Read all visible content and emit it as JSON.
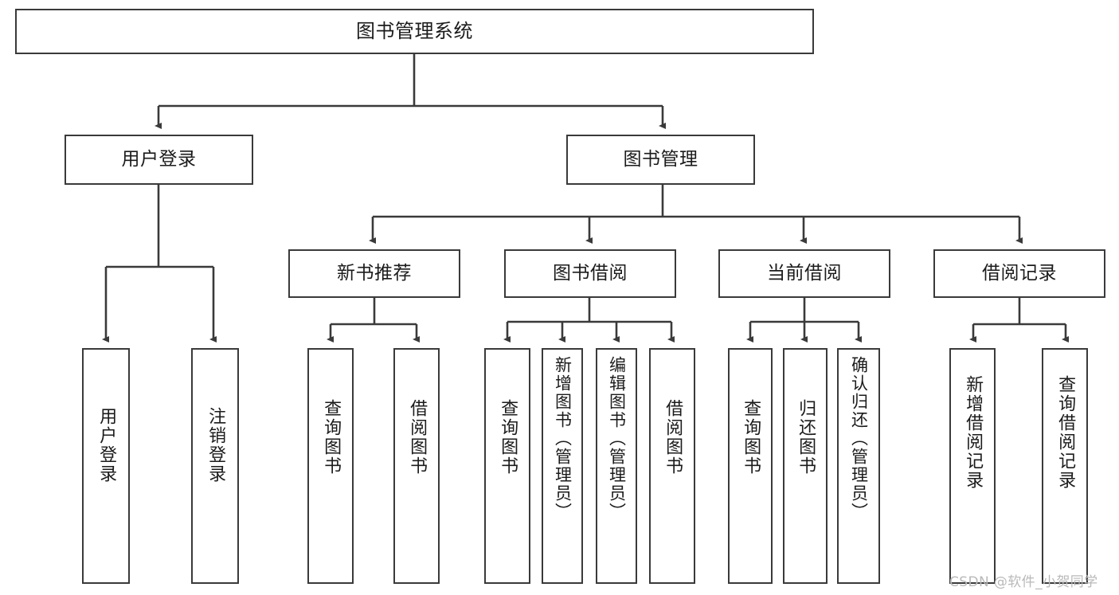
{
  "diagram": {
    "type": "tree-hierarchy",
    "title": "图书管理系统",
    "orientation": "top-down",
    "colors": {
      "node_border": "#3a3a3a",
      "node_fill": "#ffffff",
      "edge": "#3a3a3a",
      "text": "#1b1b1b",
      "watermark": "#b9b9b9",
      "background": "#ffffff"
    },
    "watermark": "CSDN @软件_小贺同学",
    "nodes": {
      "root": {
        "label": "图书管理系统"
      },
      "level2": [
        {
          "id": "user-login",
          "label": "用户登录"
        },
        {
          "id": "book-manage",
          "label": "图书管理"
        }
      ],
      "level3": [
        {
          "id": "new-book-recommend",
          "label": "新书推荐"
        },
        {
          "id": "book-borrow",
          "label": "图书借阅"
        },
        {
          "id": "current-borrow",
          "label": "当前借阅"
        },
        {
          "id": "borrow-record",
          "label": "借阅记录"
        }
      ],
      "leaves": {
        "user_login": [
          {
            "id": "leaf-user-login",
            "label": "用户登录"
          },
          {
            "id": "leaf-user-logout",
            "label": "注销登录"
          }
        ],
        "new_book_recommend": [
          {
            "id": "leaf-query-book-1",
            "label": "查询图书"
          },
          {
            "id": "leaf-borrow-book-1",
            "label": "借阅图书"
          }
        ],
        "book_borrow": [
          {
            "id": "leaf-query-book-2",
            "label": "查询图书"
          },
          {
            "id": "leaf-add-book",
            "label": "新增图书（管理员）"
          },
          {
            "id": "leaf-edit-book",
            "label": "编辑图书（管理员）"
          },
          {
            "id": "leaf-borrow-book-2",
            "label": "借阅图书"
          }
        ],
        "current_borrow": [
          {
            "id": "leaf-query-book-3",
            "label": "查询图书"
          },
          {
            "id": "leaf-return-book",
            "label": "归还图书"
          },
          {
            "id": "leaf-confirm-return",
            "label": "确认归还（管理员）"
          }
        ],
        "borrow_record": [
          {
            "id": "leaf-add-record",
            "label": "新增借阅记录"
          },
          {
            "id": "leaf-query-record",
            "label": "查询借阅记录"
          }
        ]
      }
    }
  }
}
